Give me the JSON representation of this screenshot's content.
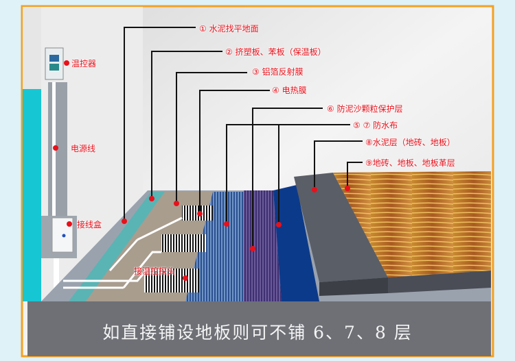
{
  "layers": [
    {
      "label": "① 水泥找平地面"
    },
    {
      "label": "② 挤塑板、苯板（保温板）"
    },
    {
      "label": "③ 铝箔反射膜"
    },
    {
      "label": "④ 电热膜"
    },
    {
      "label": "⑥ 防泥沙颗粒保护层"
    },
    {
      "label": "⑤ ⑦ 防水布"
    },
    {
      "label": "⑧水泥层（地砖、地板）"
    },
    {
      "label": "⑨地砖、地板、地板革层"
    }
  ],
  "components": {
    "thermostat": "温控器",
    "power_cable": "电源线",
    "junction_box": "接线盒",
    "probe": "接温控探头"
  },
  "footer_note": "如直接铺设地板则可不铺 6、7、8 层",
  "colors": {
    "frame": "#f5a020",
    "label": "#e8101a",
    "dot": "#e8101a"
  }
}
